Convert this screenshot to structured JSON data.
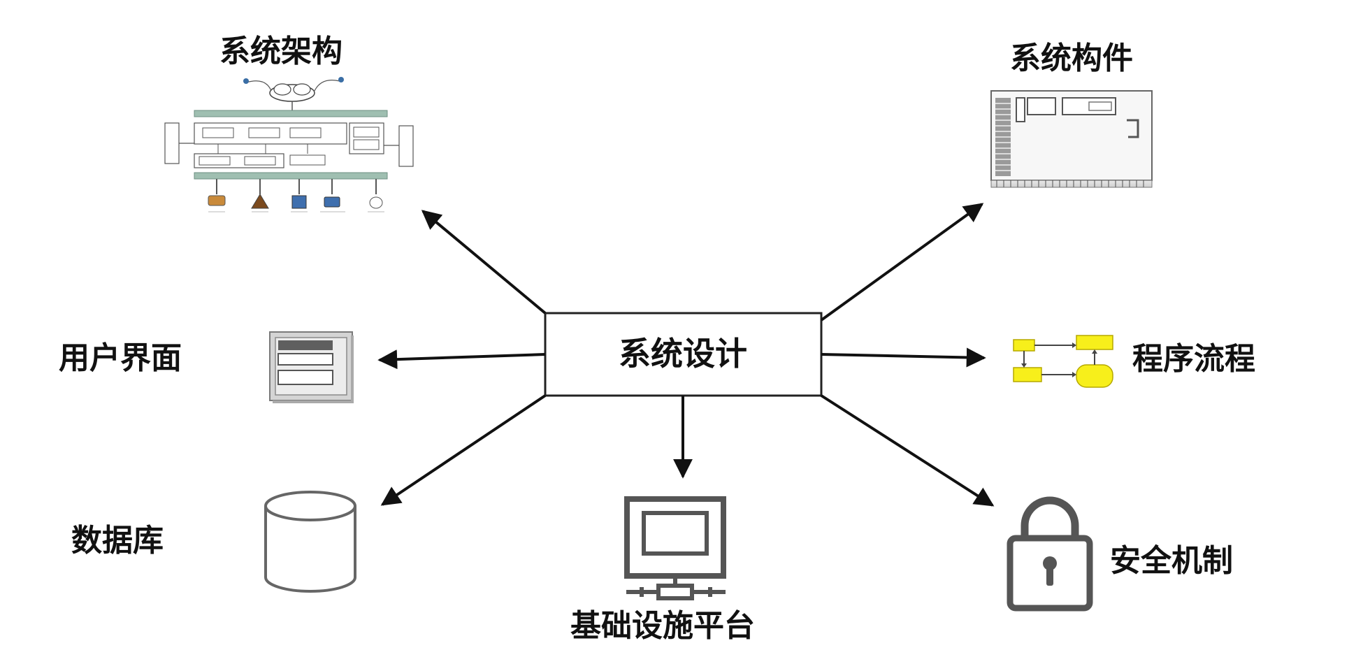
{
  "center": {
    "label": "系统设计"
  },
  "nodes": {
    "architecture": {
      "label": "系统架构"
    },
    "components": {
      "label": "系统构件"
    },
    "ui": {
      "label": "用户界面"
    },
    "flow": {
      "label": "程序流程"
    },
    "database": {
      "label": "数据库"
    },
    "infrastructure": {
      "label": "基础设施平台"
    },
    "security": {
      "label": "安全机制"
    }
  },
  "colors": {
    "stroke": "#111111",
    "flowchart_fill": "#f7ef1b",
    "flowchart_stroke": "#b5a800",
    "bus_fill": "#9fbfb1",
    "icon_gray": "#555555"
  },
  "icons": {
    "architecture": "system-architecture-diagram-icon",
    "components": "circuit-board-icon",
    "ui": "window-form-icon",
    "flow": "flowchart-icon",
    "database": "database-cylinder-icon",
    "infrastructure": "networked-computer-icon",
    "security": "padlock-icon"
  }
}
